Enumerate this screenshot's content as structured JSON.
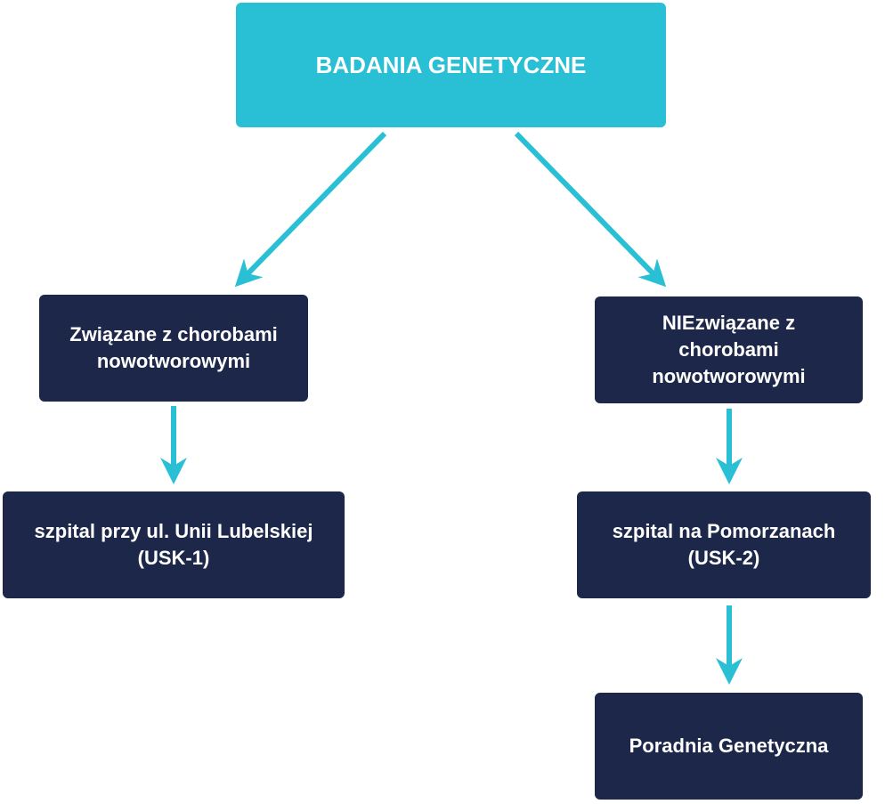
{
  "colors": {
    "primary": "#29C0D6",
    "node": "#1D2749"
  },
  "nodes": {
    "root": "BADANIA GENETYCZNE",
    "oncology": "Związane z chorobami nowotworowymi",
    "non_oncology": "NIEzwiązane z chorobami nowotworowymi",
    "usk1": "szpital przy ul. Unii Lubelskiej (USK-1)",
    "usk2": "szpital na Pomorzanach (USK-2)",
    "clinic": "Poradnia Genetyczna"
  }
}
